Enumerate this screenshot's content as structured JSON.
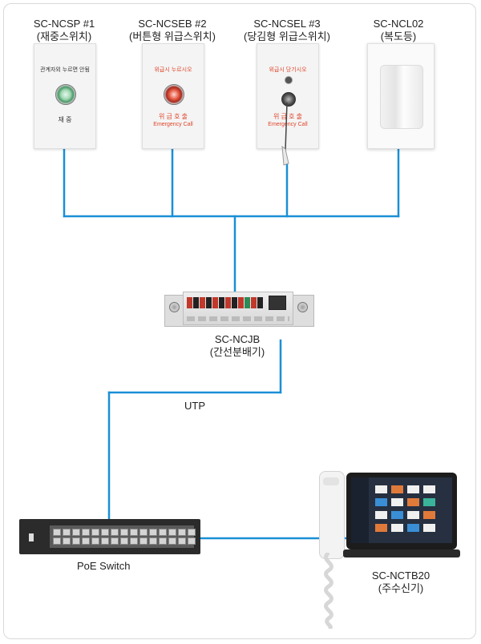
{
  "devices": {
    "ncsp": {
      "model": "SC-NCSP #1",
      "name": "(재중스위치)",
      "plate_top": "관계자외 누르면 안됨",
      "plate_bottom": "재    중"
    },
    "ncseb": {
      "model": "SC-NCSEB #2",
      "name": "(버튼형 위급스위치)",
      "plate_top": "위급시 누르시오",
      "plate_mid": "위  급  호  출",
      "plate_en": "Emergency Call"
    },
    "ncsel": {
      "model": "SC-NCSEL #3",
      "name": "(당김형 위급스위치)",
      "plate_top": "위급시 당기시오",
      "plate_mid": "위  급  호  출",
      "plate_en": "Emergency Call"
    },
    "ncl02": {
      "model": "SC-NCL02",
      "name": "(복도등)"
    },
    "ncjb": {
      "model": "SC-NCJB",
      "name": "(간선분배기)"
    },
    "switch": {
      "name": "PoE Switch"
    },
    "nctb20": {
      "model": "SC-NCTB20",
      "name": "(주수신기)"
    }
  },
  "cable_label": "UTP",
  "colors": {
    "wire": "#1a8fd6",
    "emergency_text": "#e0452a"
  }
}
